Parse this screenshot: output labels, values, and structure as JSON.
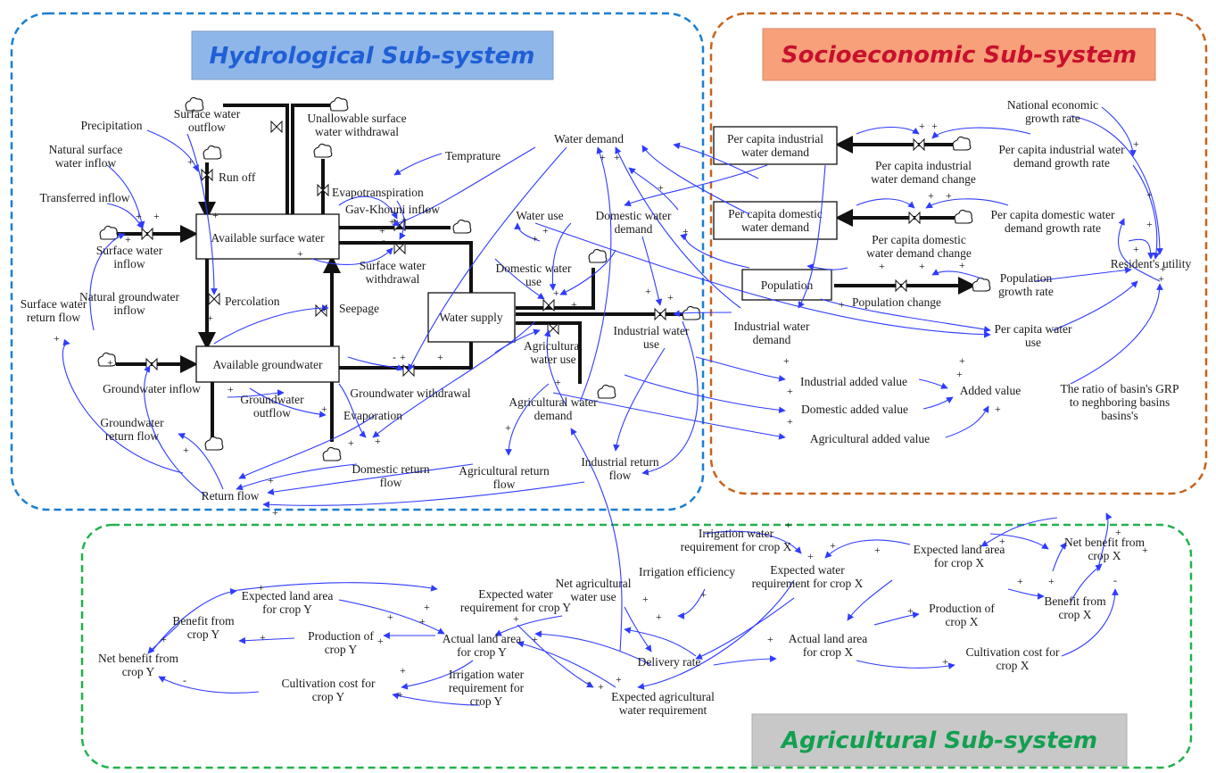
{
  "subsystems": {
    "hydrological": {
      "title": "Hydrological Sub-system",
      "title_color": "#1f5fd6",
      "title_bg": "#8fb6e8",
      "border_color": "#1a7fd0"
    },
    "socioeconomic": {
      "title": "Socioeconomic Sub-system",
      "title_color": "#c8102e",
      "title_bg": "#f7a07a",
      "border_color": "#c8621c"
    },
    "agricultural": {
      "title": "Agricultural Sub-system",
      "title_color": "#12a050",
      "title_bg": "#c8c8c8",
      "border_color": "#22b14c"
    }
  },
  "link_color": "#2f3bff",
  "stocks": {
    "available_surface_water": "Available surface water",
    "available_groundwater": "Available groundwater",
    "water_supply": "Water supply",
    "per_capita_industrial_water_demand": "Per capita industrial water demand",
    "per_capita_domestic_water_demand": "Per capita domestic water demand",
    "population": "Population"
  },
  "labels": {
    "precipitation": "Precipitation",
    "surface_water_outflow": "Surface water outflow",
    "unallowable_surface_water_withdrawal": "Unallowable surface water withdrawal",
    "natural_surface_water_inflow": "Natural surface water inflow",
    "run_off": "Run off",
    "transferred_inflow": "Transferred inflow",
    "evapotranspiration": "Evapotranspiration",
    "temprature": "Temprature",
    "gav_khouni_inflow": "Gav-Khouni inflow",
    "surface_water_inflow": "Surface water inflow",
    "surface_water_withdrawal": "Surface water withdrawal",
    "natural_groundwater_inflow": "Natural groundwater inflow",
    "percolation": "Percolation",
    "seepage": "Seepage",
    "surface_water_return_flow": "Surface water return flow",
    "groundwater_inflow": "Groundwater inflow",
    "groundwater_outflow": "Groundwater outflow",
    "evaporation": "Evaporation",
    "groundwater_withdrawal": "Groundwater withdrawal",
    "groundwater_return_flow": "Groundwater return flow",
    "return_flow": "Return flow",
    "domestic_return_flow": "Domestic return flow",
    "agricultural_return_flow": "Agricultural return flow",
    "industrial_return_flow": "Industrial return flow",
    "water_demand": "Water demand",
    "water_use": "Water use",
    "domestic_water_demand": "Domestic water demand",
    "domestic_water_use": "Domestic water use",
    "agricultural_water_use": "Agricultural water use",
    "industrial_water_use": "Industrial water use",
    "agricultural_water_demand": "Agricultural water demand",
    "industrial_water_demand": "Industrial water demand",
    "national_economic_growth_rate": "National economic growth rate",
    "per_capita_industrial_water_demand_change": "Per capita industrial water demand change",
    "per_capita_industrial_water_demand_growth_rate": "Per capita industrial water demand growth rate",
    "per_capita_domestic_water_demand_change": "Per capita domestic water demand change",
    "per_capita_domestic_water_demand_growth_rate": "Per capita domestic water demand growth rate",
    "population_change": "Population change",
    "population_growth_rate": "Population growth rate",
    "residents_utility": "Resident's utility",
    "per_capita_water_use": "Per capita water use",
    "industrial_added_value": "Industrial added value",
    "domestic_added_value": "Domestic added value",
    "agricultural_added_value": "Agricultural added value",
    "added_value": "Added value",
    "grp_ratio": "The ratio of basin's GRP to neghboring basins basins's",
    "irrigation_water_requirement_x": "Irrigation water requirement for crop X",
    "irrigation_efficiency": "Irrigation efficiency",
    "expected_water_requirement_x": "Expected water requirement for crop X",
    "expected_land_area_x": "Expected land area for crop X",
    "net_benefit_x": "Net benefit from crop X",
    "benefit_x": "Benefit from crop X",
    "production_x": "Production of crop X",
    "actual_land_area_x": "Actual land area for crop X",
    "cultivation_cost_x": "Cultivation cost for crop X",
    "net_agricultural_water_use": "Net agricultural water use",
    "delivery_rate": "Delivery rate",
    "expected_agricultural_water_requirement": "Expected agricultural water requirement",
    "expected_water_requirement_y": "Expected water requirement for crop Y",
    "expected_land_area_y": "Expected land area for crop Y",
    "benefit_y": "Benefit from crop Y",
    "production_y": "Production of crop Y",
    "actual_land_area_y": "Actual land area for crop Y",
    "net_benefit_y": "Net benefit from crop Y",
    "cultivation_cost_y": "Cultivation cost for crop Y",
    "irrigation_water_requirement_y": "Irrigation water requirement for crop Y"
  },
  "polarity": {
    "plus": "+",
    "minus": "-"
  }
}
